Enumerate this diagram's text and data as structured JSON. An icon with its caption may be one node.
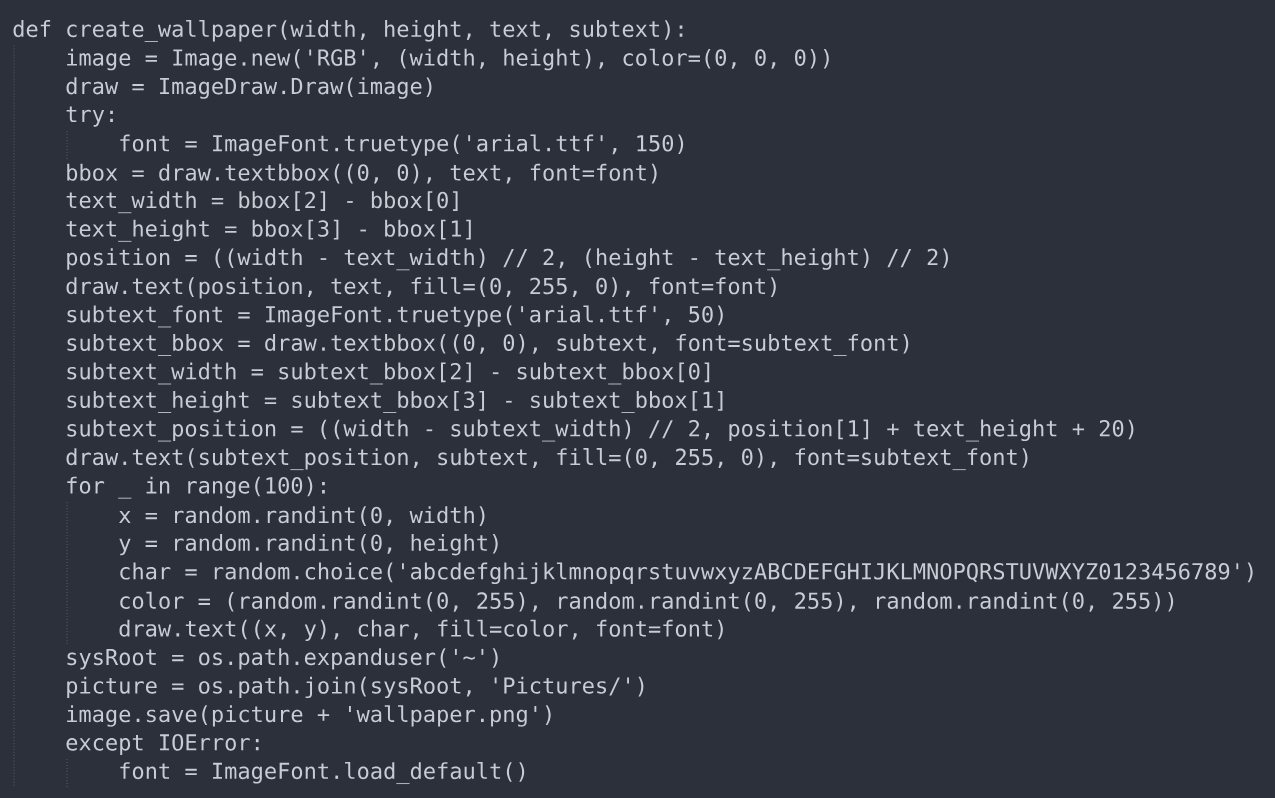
{
  "diagram": {
    "labels": [
      "def create_wallpaper(width, height, text, subtext):",
      "image = Image.new('RGB', (width, height), color=(0, 0, 0))",
      "draw = ImageDraw.Draw(image)",
      "try:",
      "font = ImageFont.truetype('arial.ttf', 150)",
      "bbox = draw.textbbox((0, 0), text, font=font)",
      "text_width = bbox[2] - bbox[0]",
      "text_height = bbox[3] - bbox[1]",
      "position = ((width - text_width) // 2, (height - text_height) // 2)",
      "draw.text(position, text, fill=(0, 255, 0), font=font)",
      "subtext_font = ImageFont.truetype('arial.ttf', 50)",
      "subtext_bbox = draw.textbbox((0, 0), subtext, font=subtext_font)",
      "subtext_width = subtext_bbox[2] - subtext_bbox[0]",
      "subtext_height = subtext_bbox[3] - subtext_bbox[1]",
      "subtext_position = ((width - subtext_width) // 2, position[1] + text_height + 20)",
      "draw.text(subtext_position, subtext, fill=(0, 255, 0), font=subtext_font)",
      "for _ in range(100):",
      "x = random.randint(0, width)",
      "y = random.randint(0, height)",
      "char = random.choice('abcdefghijklmnopqrstuvwxyzABCDEFGHIJKLMNOPQRSTUVWXYZ0123456789')",
      "color = (random.randint(0, 255), random.randint(0, 255), random.randint(0, 255))",
      "draw.text((x, y), char, fill=color, font=font)",
      "sysRoot = os.path.expanduser('~')",
      "picture = os.path.join(sysRoot, 'Pictures/')",
      "image.save(picture + 'wallpaper.png')",
      "except IOError:",
      "font = ImageFont.load_default()"
    ]
  }
}
